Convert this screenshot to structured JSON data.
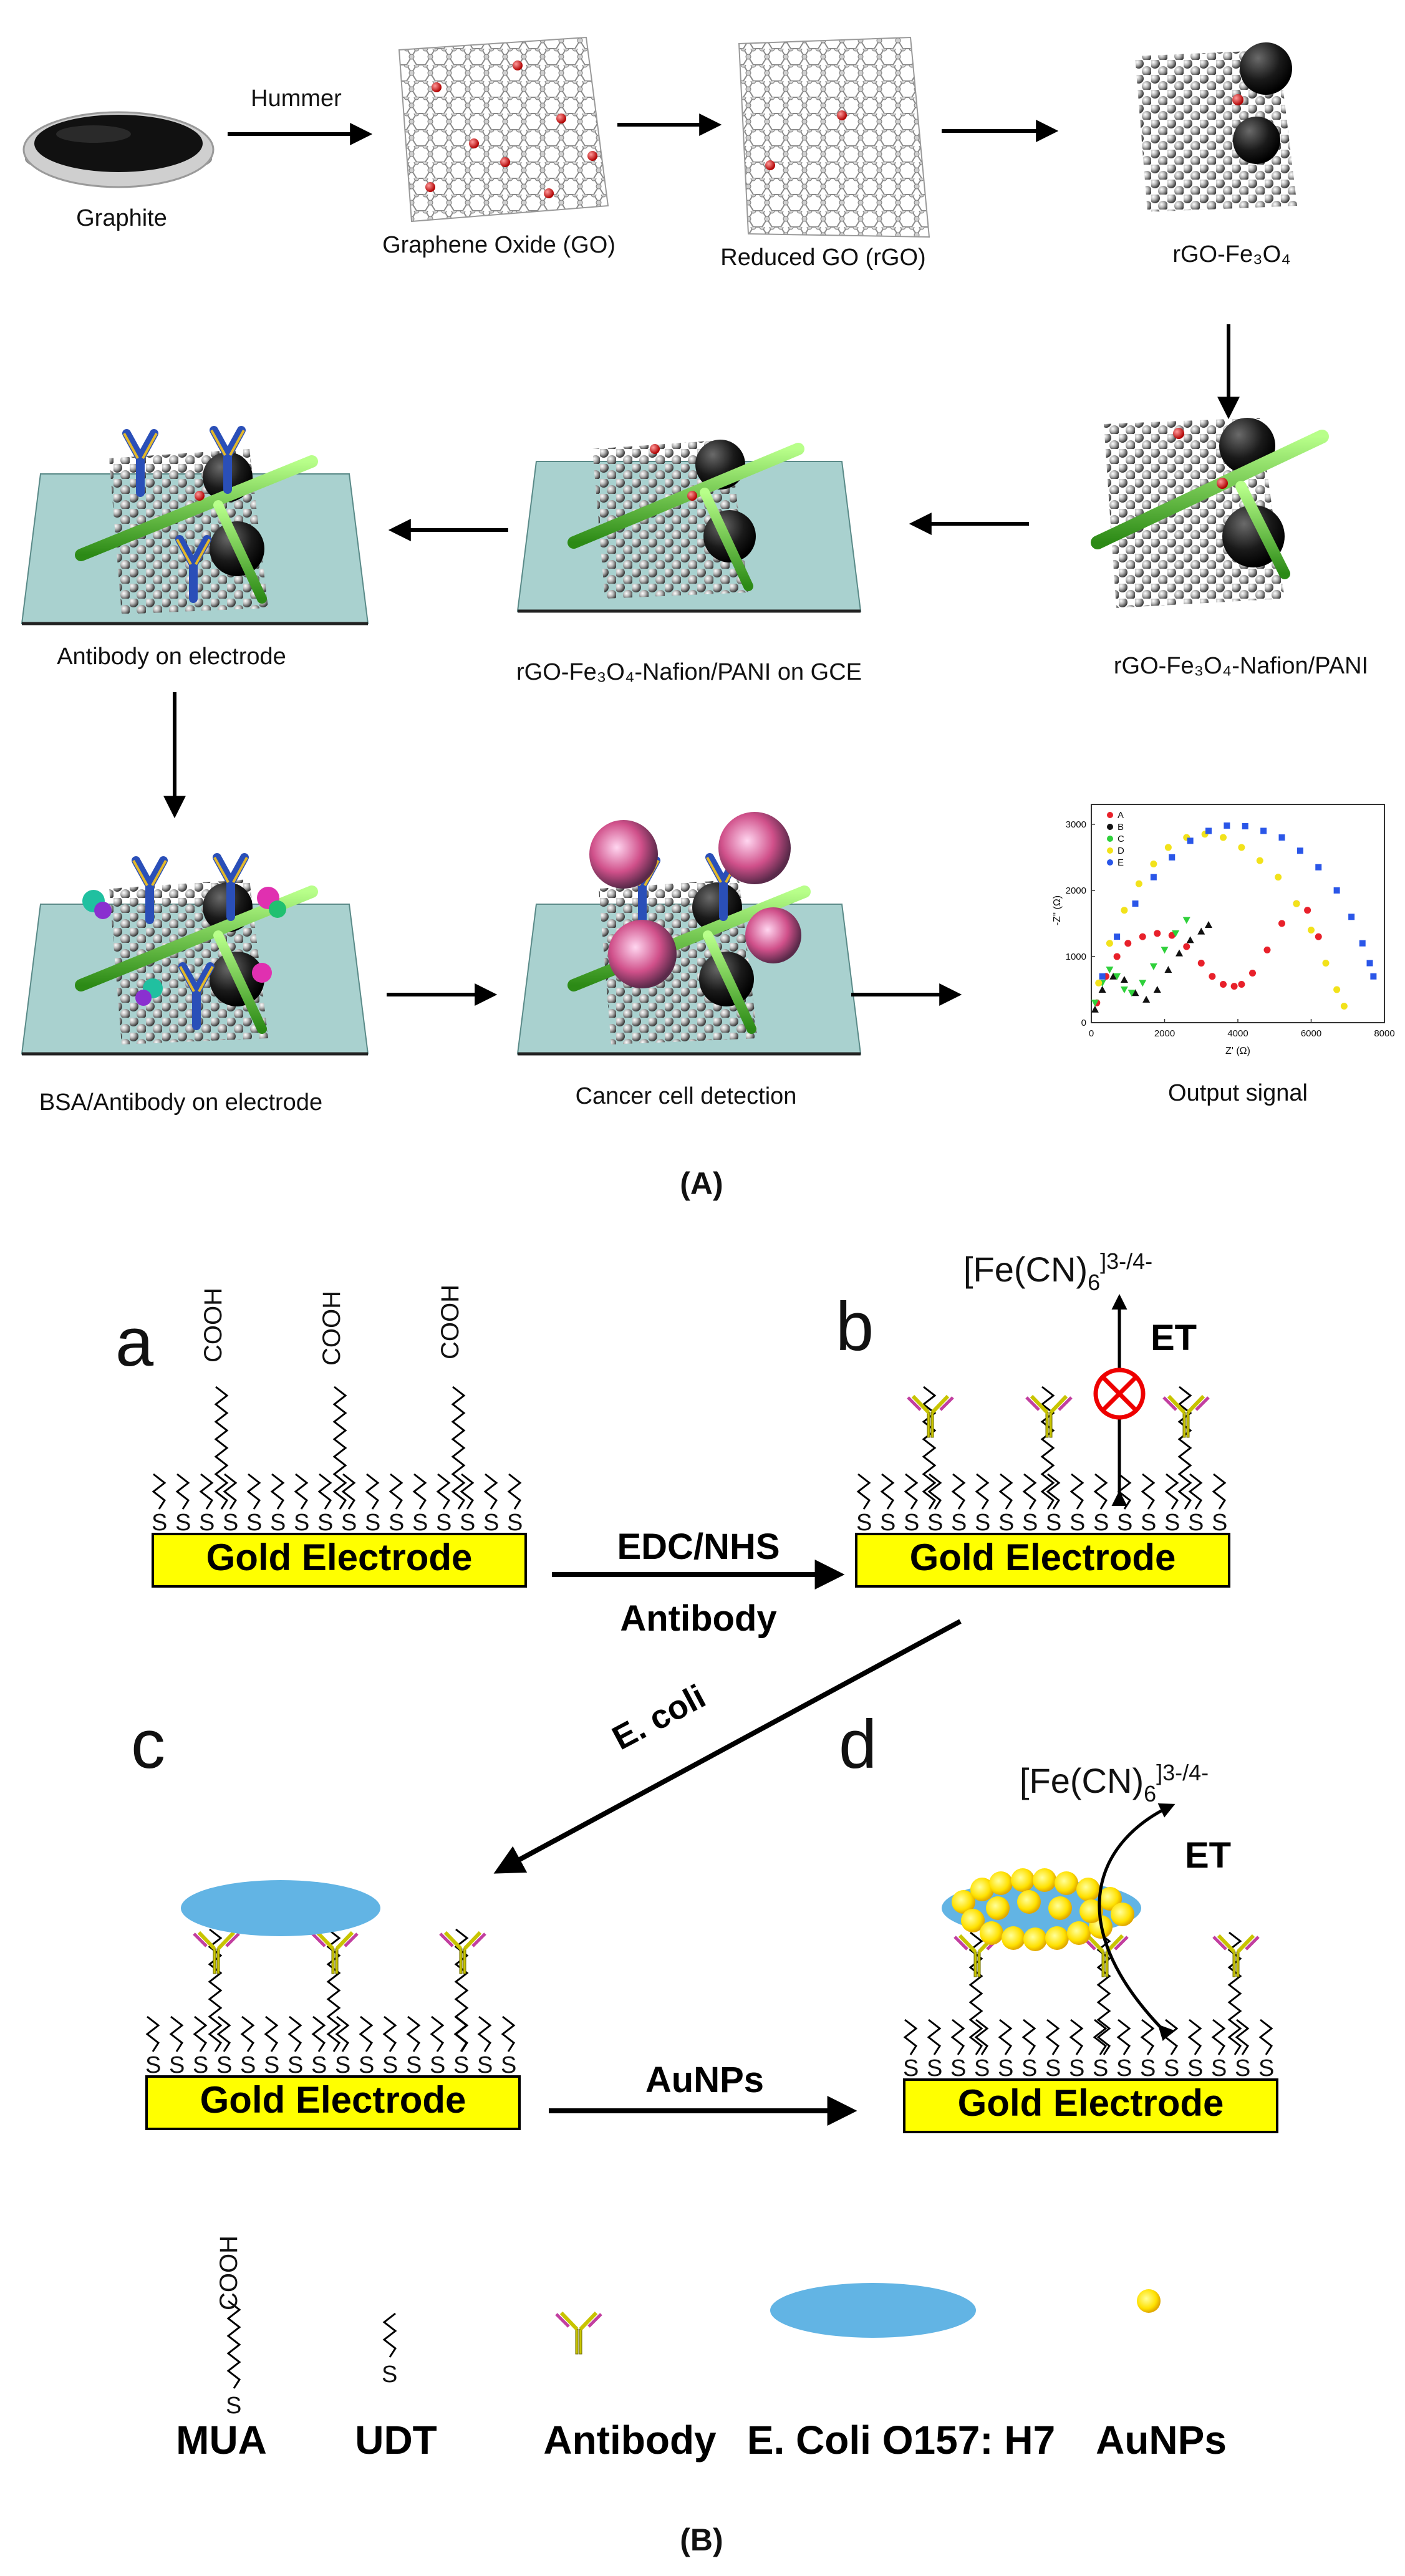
{
  "panelA": {
    "caption": "(A)",
    "steps": {
      "graphite": "Graphite",
      "hummer": "Hummer",
      "go": "Graphene Oxide (GO)",
      "rgo": "Reduced GO (rGO)",
      "rgo_fe3o4": "rGO-Fe₃O₄",
      "nafion_pani": "rGO-Fe₃O₄-Nafion/PANI",
      "on_gce": "rGO-Fe₃O₄-Nafion/PANI on GCE",
      "antibody_on_electrode": "Antibody on electrode",
      "bsa_antibody": "BSA/Antibody on electrode",
      "cancer_detection": "Cancer cell detection",
      "output_signal": "Output signal"
    },
    "plot": {
      "ylabel": "-Z'' (Ω)",
      "xlabel": "Z' (Ω)",
      "xticks": [
        "0",
        "2000",
        "4000",
        "6000",
        "8000"
      ],
      "yticks": [
        "0",
        "1000",
        "2000",
        "3000"
      ],
      "legend": [
        "A",
        "B",
        "C",
        "D",
        "E"
      ],
      "colors": [
        "#e8202a",
        "#111111",
        "#2ed03a",
        "#f2e21a",
        "#2a56e8"
      ]
    }
  },
  "chart_data": {
    "type": "scatter",
    "xlabel": "Z' (Ω)",
    "ylabel": "-Z'' (Ω)",
    "xlim": [
      0,
      8000
    ],
    "ylim": [
      0,
      3300
    ],
    "series": [
      {
        "name": "A",
        "x": [
          150,
          400,
          700,
          1000,
          1400,
          1800,
          2200,
          2600,
          3000,
          3300,
          3600,
          3900,
          4100,
          4400,
          4800,
          5200,
          5600,
          5900,
          6200
        ],
        "y": [
          300,
          700,
          1000,
          1200,
          1300,
          1350,
          1320,
          1150,
          900,
          700,
          580,
          550,
          580,
          750,
          1100,
          1500,
          1800,
          1700,
          1300
        ]
      },
      {
        "name": "B",
        "x": [
          100,
          300,
          600,
          900,
          1200,
          1500,
          1800,
          2100,
          2400,
          2700,
          3000,
          3200
        ],
        "y": [
          200,
          500,
          700,
          650,
          450,
          350,
          500,
          800,
          1050,
          1250,
          1380,
          1480
        ]
      },
      {
        "name": "C",
        "x": [
          100,
          300,
          500,
          700,
          900,
          1100,
          1400,
          1700,
          2000,
          2300,
          2600
        ],
        "y": [
          300,
          600,
          800,
          700,
          500,
          450,
          600,
          850,
          1100,
          1350,
          1550
        ]
      },
      {
        "name": "D",
        "x": [
          200,
          500,
          900,
          1300,
          1700,
          2100,
          2600,
          3100,
          3600,
          4100,
          4600,
          5100,
          5600,
          6000,
          6400,
          6700,
          6900
        ],
        "y": [
          600,
          1200,
          1700,
          2100,
          2400,
          2650,
          2800,
          2850,
          2800,
          2650,
          2450,
          2200,
          1800,
          1400,
          900,
          500,
          250
        ]
      },
      {
        "name": "E",
        "x": [
          300,
          700,
          1200,
          1700,
          2200,
          2700,
          3200,
          3700,
          4200,
          4700,
          5200,
          5700,
          6200,
          6700,
          7100,
          7400,
          7600,
          7700
        ],
        "y": [
          700,
          1300,
          1800,
          2200,
          2500,
          2750,
          2900,
          2980,
          2970,
          2900,
          2800,
          2600,
          2350,
          2000,
          1600,
          1200,
          900,
          700
        ]
      }
    ]
  },
  "panelB": {
    "caption": "(B)",
    "letters": [
      "a",
      "b",
      "c",
      "d"
    ],
    "electrode": "Gold  Electrode",
    "reagents": {
      "edc": "EDC/NHS",
      "antibody": "Antibody",
      "ecoli": "E. coli",
      "aunps": "AuNPs"
    },
    "redox": "[Fe(CN)₆]³⁻/⁴⁻",
    "redox_base": "[Fe(CN)",
    "redox_sub": "6",
    "redox_sup": "]3-/4-",
    "et": "ET",
    "mua_text": "COOH",
    "legend": [
      "MUA",
      "UDT",
      "Antibody",
      "E. Coli O157: H7",
      "AuNPs"
    ]
  }
}
